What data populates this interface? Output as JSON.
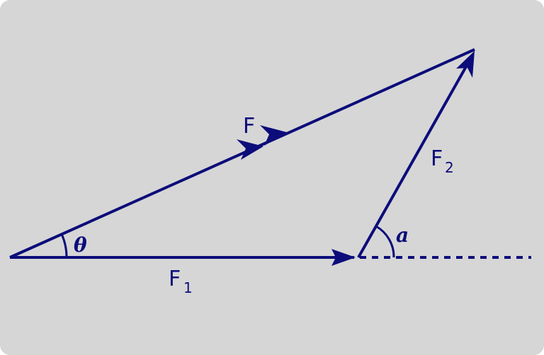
{
  "colors": {
    "background": "#d6d6d6",
    "vector": "#0c0c7a"
  },
  "labels": {
    "f_main": "F",
    "f1_letter": "F",
    "f1_sub": "1",
    "f2_letter": "F",
    "f2_sub": "2",
    "theta": "θ",
    "alpha": "a"
  }
}
